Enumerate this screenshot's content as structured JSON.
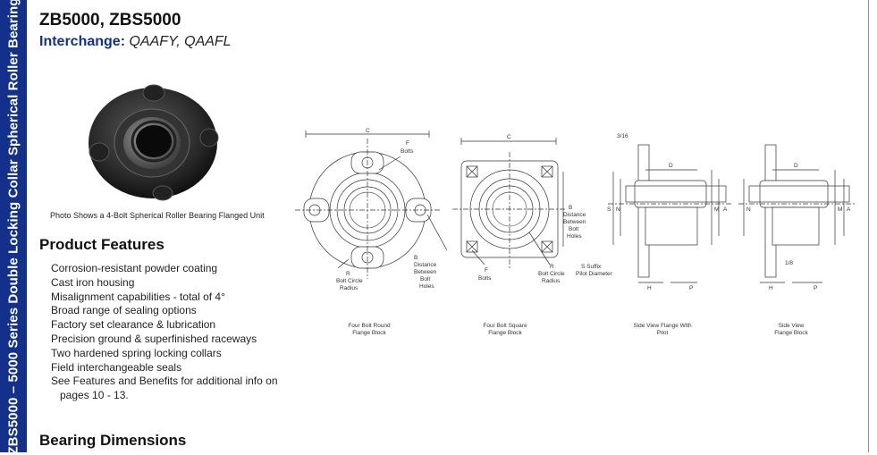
{
  "spine_text": "ZBS5000 – 5000 Series Double Locking Collar Spherical Roller Bearing",
  "title": "ZB5000, ZBS5000",
  "interchange": {
    "label": "Interchange:",
    "value": " QAAFY, QAAFL"
  },
  "photo_caption": "Photo Shows a 4-Bolt Spherical Roller Bearing Flanged Unit",
  "product_features": {
    "heading": "Product Features",
    "items": [
      "Corrosion-resistant powder coating",
      "Cast iron housing",
      "Misalignment capabilities - total of 4°",
      "Broad range of sealing options",
      "Factory set clearance & lubrication",
      "Precision ground & superfinished raceways",
      "Two hardened spring locking collars",
      "Field interchangeable seals",
      "See Features and Benefits for additional info on",
      "pages 10 - 13."
    ]
  },
  "bearing_dimensions_heading": "Bearing Dimensions",
  "drawings": {
    "round": {
      "label_line1": "Four Bolt Round",
      "label_line2": "Flange Block",
      "c": "C",
      "f": "F",
      "bolts": "Bolts",
      "r": "R",
      "bolt_circle": "Bolt Circle",
      "radius": "Radius",
      "b": "B",
      "distance": "Distance",
      "between": "Between",
      "bolt": "Bolt",
      "holes": "Holes"
    },
    "square": {
      "label_line1": "Four Bolt Square",
      "label_line2": "Flange Block",
      "c": "C",
      "f": "F",
      "bolts": "Bolts",
      "r": "R",
      "bolt_circle": "Bolt Circle",
      "radius": "Radius",
      "b": "B",
      "distance": "Distance",
      "between": "Between",
      "bolt": "Bolt",
      "holes": "Holes"
    },
    "side_pilot": {
      "label_line1": "Side View Flange With",
      "label_line2": "Pilot",
      "top": "3/16",
      "d": "D",
      "s": "S",
      "n": "N",
      "m": "M",
      "a": "A",
      "h": "H",
      "p": "P",
      "s_suffix": "S Suffix",
      "pilot_diameter": "Pilot Diameter"
    },
    "side_view": {
      "label_line1": "Side View",
      "label_line2": "Flange Block",
      "d": "D",
      "n": "N",
      "m": "M",
      "a": "A",
      "h": "H",
      "p": "P",
      "frac": "1/8"
    }
  }
}
